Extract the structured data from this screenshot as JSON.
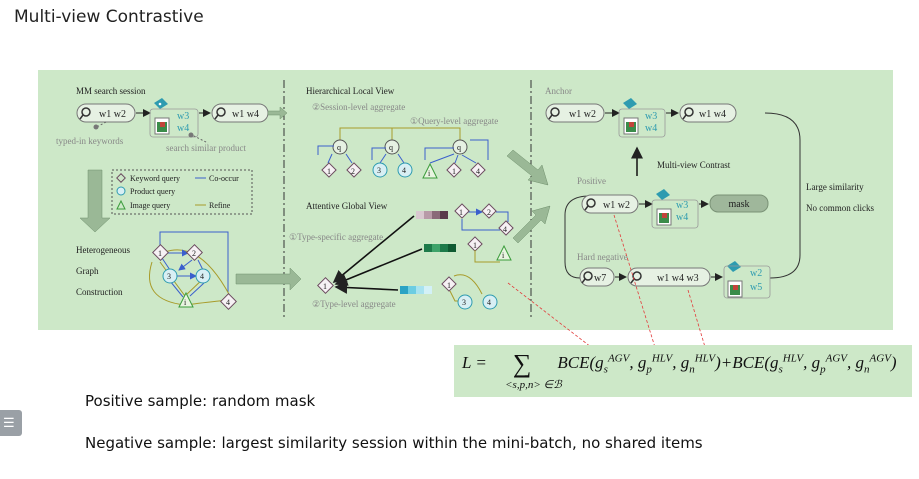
{
  "slide": {
    "title": "Multi-view Contrastive"
  },
  "left": {
    "session_label": "MM search session",
    "q1": "w1 w2",
    "q2": "w1 w4",
    "item_w3": "w3",
    "item_w4": "w4",
    "typed_in": "typed-in keywords",
    "search_similar": "search similar product",
    "legend": {
      "keyword": "Keyword query",
      "product": "Product query",
      "image": "Image query",
      "cooccur": "Co-occur",
      "refine": "Refine"
    },
    "hetero": [
      "Heterogeneous",
      "Graph",
      "Construction"
    ],
    "node_labels": [
      "1",
      "2",
      "3",
      "4",
      "i",
      "4"
    ]
  },
  "middle": {
    "hlv_title": "Hierarchical Local View",
    "session_agg": "②Session-level  aggregate",
    "query_agg": "①Query-level aggregate",
    "agv_title": "Attentive Global View",
    "type_specific": "①Type-specific aggregate",
    "type_level": "②Type-level  aggregate",
    "q_label": "q"
  },
  "right": {
    "anchor": "Anchor",
    "positive": "Positive",
    "hard_negative": "Hard negative",
    "mvc": "Multi-view Contrast",
    "large_sim": "Large similarity",
    "no_common": "No common clicks",
    "mask": "mask",
    "a_q1": "w1 w2",
    "a_q2": "w1 w4",
    "p_q1": "w1 w2",
    "n_q1": "w7",
    "n_q2": "w1 w4 w3",
    "w2": "w2",
    "w5": "w5"
  },
  "formula": {
    "lhs": "L =",
    "sub_range": "<s,p,n> ∈ℬ",
    "bce1": "BCE(g",
    "s": "s",
    "agv": "AGV",
    "g": "g",
    "p": "p",
    "hlv": "HLV",
    "n": "n",
    "bce2": ")+BCE(g",
    "close": ")",
    "comma": ", "
  },
  "notes": {
    "positive": "Positive sample: random mask",
    "negative": "Negative sample: largest similarity session within the mini-batch, no shared items"
  },
  "colors": {
    "panel": "#cde8c8",
    "teal": "#2e9bb0",
    "olive": "#a89b2a",
    "blue": "#3a5fcd",
    "red": "#e23b3b"
  }
}
